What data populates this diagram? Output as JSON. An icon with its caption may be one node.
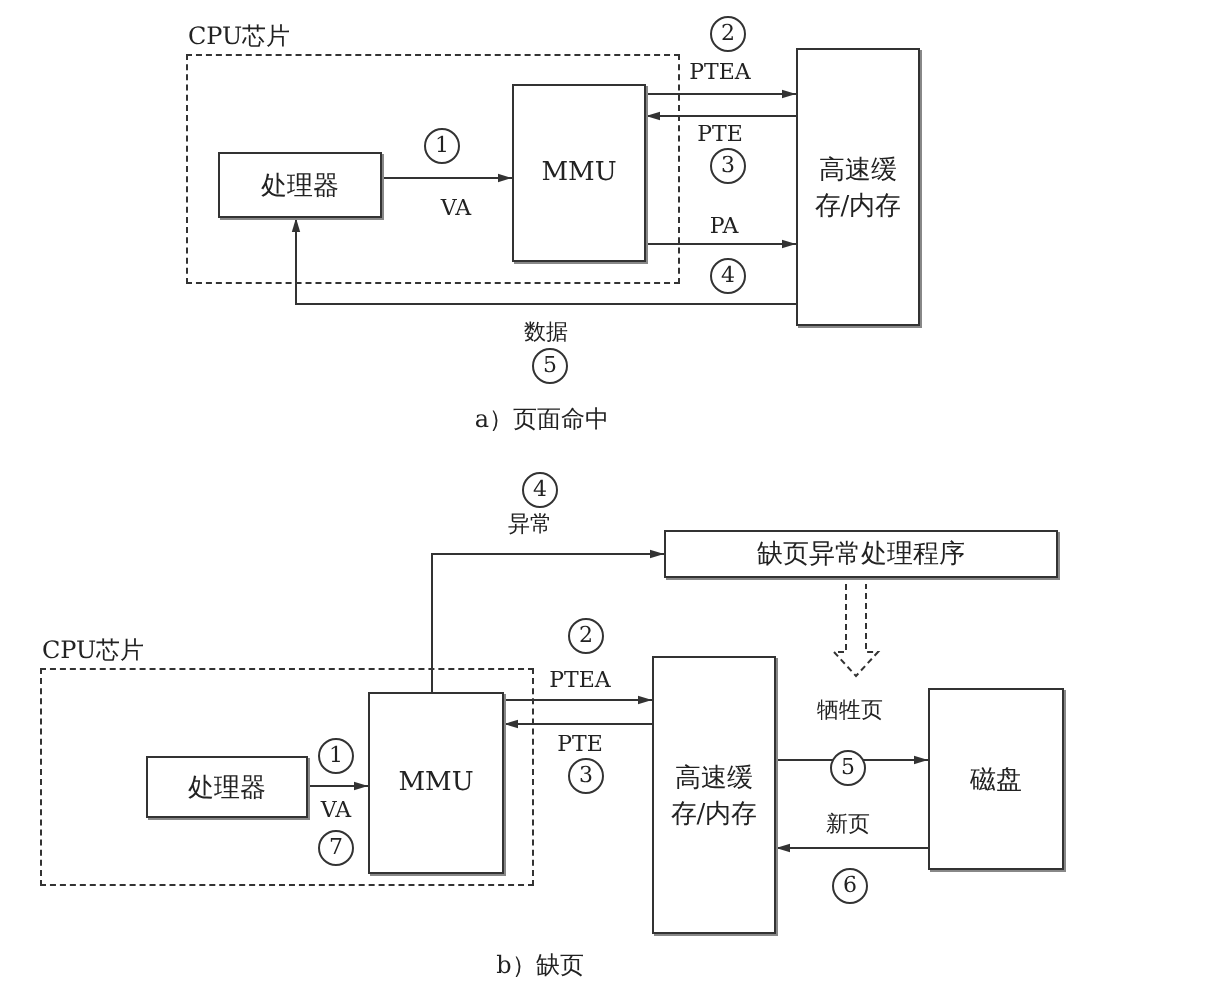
{
  "diagram": {
    "nodes": [
      {
        "text": [
          "CPU芯片"
        ]
      },
      {
        "text": [
          "处理器"
        ],
        "in": 0
      },
      {
        "text": [
          "MMU"
        ],
        "in": 0
      },
      {
        "text": [
          "高速缓存/内存"
        ]
      },
      {
        "text": [
          "CPU芯片"
        ]
      },
      {
        "text": [
          "处理器"
        ],
        "in": 4
      },
      {
        "text": [
          "MMU"
        ],
        "in": 4
      },
      {
        "text": [
          "高速缓存/内存"
        ]
      },
      {
        "text": [
          "缺页异常处理程序"
        ]
      },
      {
        "text": [
          "磁盘"
        ]
      }
    ],
    "edges": [
      {
        "from": 1,
        "to": 2,
        "arrow": "to",
        "label": "VA"
      },
      {
        "from": 2,
        "to": 3,
        "arrow": "to",
        "label": "PTEA"
      },
      {
        "from": 3,
        "to": 2,
        "arrow": "to",
        "label": "PTE"
      },
      {
        "from": 2,
        "to": 3,
        "arrow": "to",
        "label": "PA"
      },
      {
        "from": 3,
        "to": 1,
        "arrow": "to",
        "label": "数据"
      },
      {
        "from": 5,
        "to": 6,
        "arrow": "to",
        "label": "VA"
      },
      {
        "from": 6,
        "to": 8,
        "arrow": "to",
        "label": "异常"
      },
      {
        "from": 6,
        "to": 7,
        "arrow": "to",
        "label": "PTEA"
      },
      {
        "from": 7,
        "to": 6,
        "arrow": "to",
        "label": "PTE"
      },
      {
        "from": 7,
        "to": 9,
        "arrow": "to",
        "label": "牺牲页"
      },
      {
        "from": 9,
        "to": 7,
        "arrow": "to",
        "label": "新页"
      }
    ],
    "labels": [
      "2",
      "1",
      "3",
      "4",
      "5",
      "a）页面命中",
      "4",
      "2",
      "1",
      "3",
      "5",
      "7",
      "6",
      "b）缺页"
    ]
  }
}
